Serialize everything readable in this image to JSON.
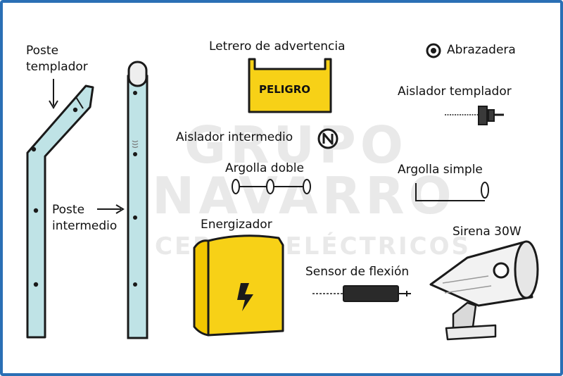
{
  "labels": {
    "poste_templador": [
      "Poste",
      "templador"
    ],
    "poste_intermedio": [
      "Poste",
      "intermedio"
    ],
    "letrero": "Letrero de advertencia",
    "letrero_text": "PELIGRO",
    "abrazadera": "Abrazadera",
    "aislador_templador": "Aislador templador",
    "aislador_intermedio": "Aislador intermedio",
    "argolla_doble": "Argolla doble",
    "argolla_simple": "Argolla simple",
    "energizador": "Energizador",
    "sensor": "Sensor de flexión",
    "sirena": "Sirena 30W"
  },
  "watermark": {
    "line1": "GRUPO",
    "line2": "NAVARRO",
    "line3": "CERCOS ELÉCTRICOS"
  },
  "colors": {
    "border": "#2a6fb5",
    "post_fill": "#bfe3e6",
    "yellow": "#f7d117",
    "outline": "#1a1a1a"
  },
  "icons": {
    "energizer": "lightning-bolt-icon",
    "abrazadera": "clamp-icon",
    "aislador": "insulator-icon"
  }
}
